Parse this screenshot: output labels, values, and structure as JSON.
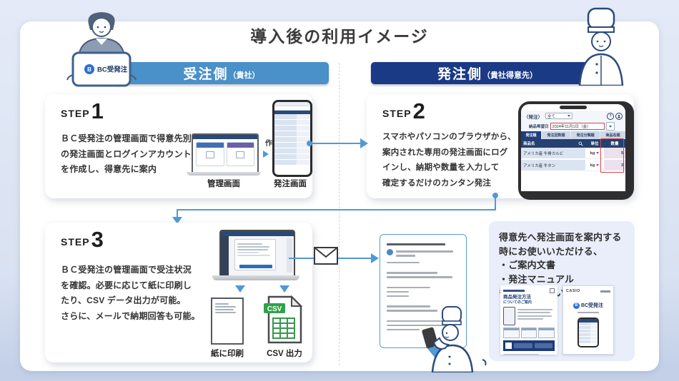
{
  "title": "導入後の利用イメージ",
  "headers": {
    "left": {
      "main": "受注側",
      "sub": "（貴社）"
    },
    "right": {
      "main": "発注側",
      "sub": "（貴社得意先）"
    }
  },
  "brand": {
    "name": "BC受発注",
    "mark": "B"
  },
  "steps": {
    "step1": {
      "label": "STEP",
      "number": "1",
      "lines": [
        "ＢＣ受発注の管理画面で得意先別",
        "の発注画面とログインアカウント",
        "を作成し、得意先に案内"
      ],
      "create_label": "作成",
      "caption_admin": "管理画面",
      "caption_order": "発注画面"
    },
    "step2": {
      "label": "STEP",
      "number": "2",
      "lines": [
        "スマホやパソコンのブラウザから、",
        "案内された専用の発注画面にログ",
        "インし、納期や数量を入力して",
        "確定するだけのカンタン発注"
      ]
    },
    "step3": {
      "label": "STEP",
      "number": "3",
      "lines": [
        "ＢＣ受発注の管理画面で受注状況",
        "を確認。必要に応じて紙に印刷し",
        "たり、CSV データ出力が可能。",
        "さらに、メールで納期回答も可能。"
      ],
      "caption_print": "紙に印刷",
      "caption_csv": "CSV 出力",
      "csv_badge": "CSV"
    }
  },
  "phone_app": {
    "nav_title": "〈発注〉",
    "filter_value": "全て",
    "date_label": "納品希望日",
    "date_value": "2024年11月1日（金）",
    "help_icon": "?",
    "tabs": [
      "発注順",
      "発注回数順",
      "発注分類順",
      "商品名順"
    ],
    "columns": {
      "name": "商品名",
      "unit": "単位",
      "qty": "数量"
    },
    "rows": [
      {
        "name": "アメリカ産 牛骨カルビ",
        "unit": "kg",
        "qty": "5"
      },
      {
        "name": "アメリカ産 牛タン",
        "unit": "kg",
        "qty": "3"
      }
    ]
  },
  "info_panel": {
    "lines": [
      "得意先へ発注画面を案内する",
      "時にお使いいただける、",
      "・ご案内文書",
      "・発注マニュアル",
      "もご用意しています。"
    ],
    "flyer_title_line1": "商品発注方法",
    "flyer_title_line2": "についてのご案内",
    "manual_brand": "CASIO"
  },
  "colors": {
    "accent_blue": "#4f9ad6",
    "header_left_blue": "#4a90c9",
    "header_right_navy": "#1b3a86",
    "highlight_red": "#d5454d",
    "csv_green": "#2fa24a",
    "table_header_navy": "#24416f"
  }
}
